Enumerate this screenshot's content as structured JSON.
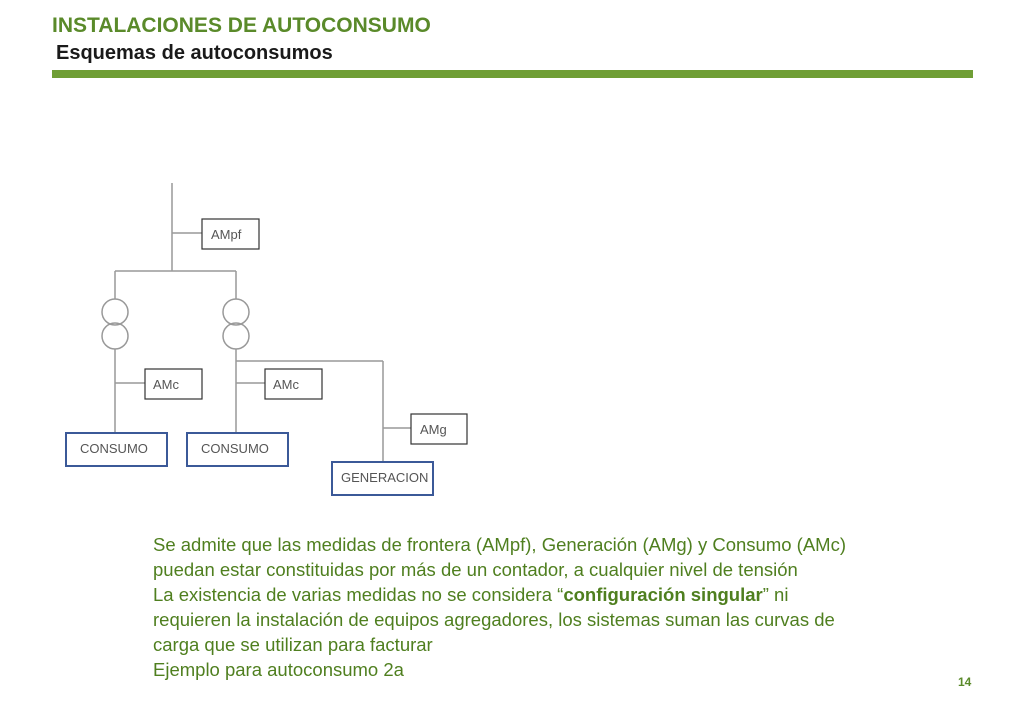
{
  "header": {
    "title": "INSTALACIONES DE AUTOCONSUMO",
    "subtitle": "Esquemas de autoconsumos"
  },
  "diagram": {
    "labels": {
      "ampf": "AMpf",
      "amc_left": "AMc",
      "amc_right": "AMc",
      "amg": "AMg",
      "consumo_left": "CONSUMO",
      "consumo_right": "CONSUMO",
      "generacion": "GENERACION"
    },
    "colors": {
      "line": "#999999",
      "meter_border": "#333333",
      "load_border": "#3b5998",
      "label_text": "#555555"
    }
  },
  "body": {
    "line1": "Se admite que las medidas de frontera (AMpf), Generación (AMg) y Consumo (AMc)",
    "line2": "puedan estar constituidas por más de un contador, a cualquier nivel de tensión",
    "line3_pre": "La existencia de varias medidas no se considera “",
    "line3_bold": "configuración singular",
    "line3_post": "” ni",
    "line4": "requieren la instalación de equipos agregadores, los sistemas suman las curvas de",
    "line5": "carga que se utilizan para facturar",
    "line6": "Ejemplo para autoconsumo 2a"
  },
  "footer": {
    "page_number": "14"
  },
  "colors": {
    "accent_green": "#6f9e35",
    "text_green": "#4f7f1f"
  }
}
